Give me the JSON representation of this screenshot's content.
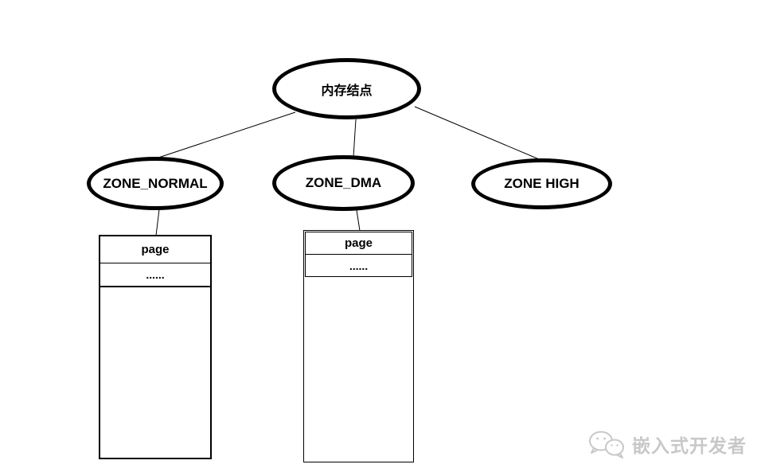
{
  "diagram": {
    "root": {
      "label": "内存结点"
    },
    "zones": [
      {
        "id": "zone-normal",
        "label": "ZONE_NORMAL"
      },
      {
        "id": "zone-dma",
        "label": "ZONE_DMA"
      },
      {
        "id": "zone-high",
        "label": "ZONE HIGH"
      }
    ],
    "tables": [
      {
        "id": "zone-normal-pages",
        "header": "page",
        "rows": [
          "......"
        ]
      },
      {
        "id": "zone-dma-pages",
        "header": "page",
        "rows": [
          "......"
        ]
      }
    ]
  },
  "watermark": {
    "label": "嵌入式开发者",
    "icon": "wechat-icon",
    "color": "#c8c8c8"
  },
  "colors": {
    "background": "#ffffff",
    "stroke": "#000000"
  }
}
